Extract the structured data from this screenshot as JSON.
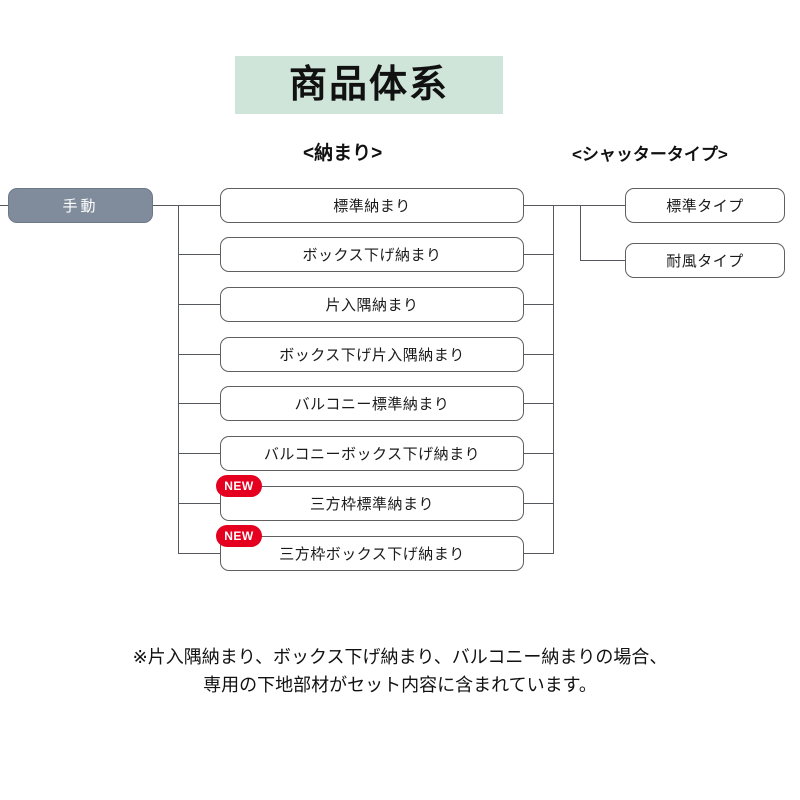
{
  "title": {
    "text": "商品体系"
  },
  "headers": {
    "osamari": "<納まり>",
    "shutter": "<シャッタータイプ>"
  },
  "root": {
    "label": "手動"
  },
  "osamari_nodes": [
    {
      "label": "標準納まり",
      "badge": null
    },
    {
      "label": "ボックス下げ納まり",
      "badge": null
    },
    {
      "label": "片入隅納まり",
      "badge": null
    },
    {
      "label": "ボックス下げ片入隅納まり",
      "badge": null
    },
    {
      "label": "バルコニー標準納まり",
      "badge": null
    },
    {
      "label": "バルコニーボックス下げ納まり",
      "badge": null
    },
    {
      "label": "三方枠標準納まり",
      "badge": "NEW"
    },
    {
      "label": "三方枠ボックス下げ納まり",
      "badge": "NEW"
    }
  ],
  "shutter_nodes": [
    {
      "label": "標準タイプ"
    },
    {
      "label": "耐風タイプ"
    }
  ],
  "footnote": {
    "line1": "※片入隅納まり、ボックス下げ納まり、バルコニー納まりの場合、",
    "line2": "専用の下地部材がセット内容に含まれています。"
  },
  "colors": {
    "title_background": "#cfe5d9",
    "root_background": "#808c9c",
    "badge_background": "#e60020",
    "line": "#55585c",
    "box_border": "#5f5f5f"
  }
}
